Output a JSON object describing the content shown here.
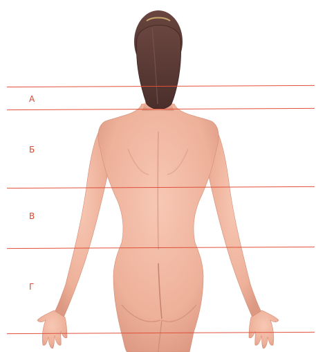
{
  "zones": {
    "a": "А",
    "b": "Б",
    "v": "В",
    "g": "Г"
  },
  "colors": {
    "line": "#e0503a",
    "label": "#d9482f",
    "skin": "#f2b9a3",
    "skin_shadow": "#d9937c",
    "hair": "#5a3a36"
  }
}
